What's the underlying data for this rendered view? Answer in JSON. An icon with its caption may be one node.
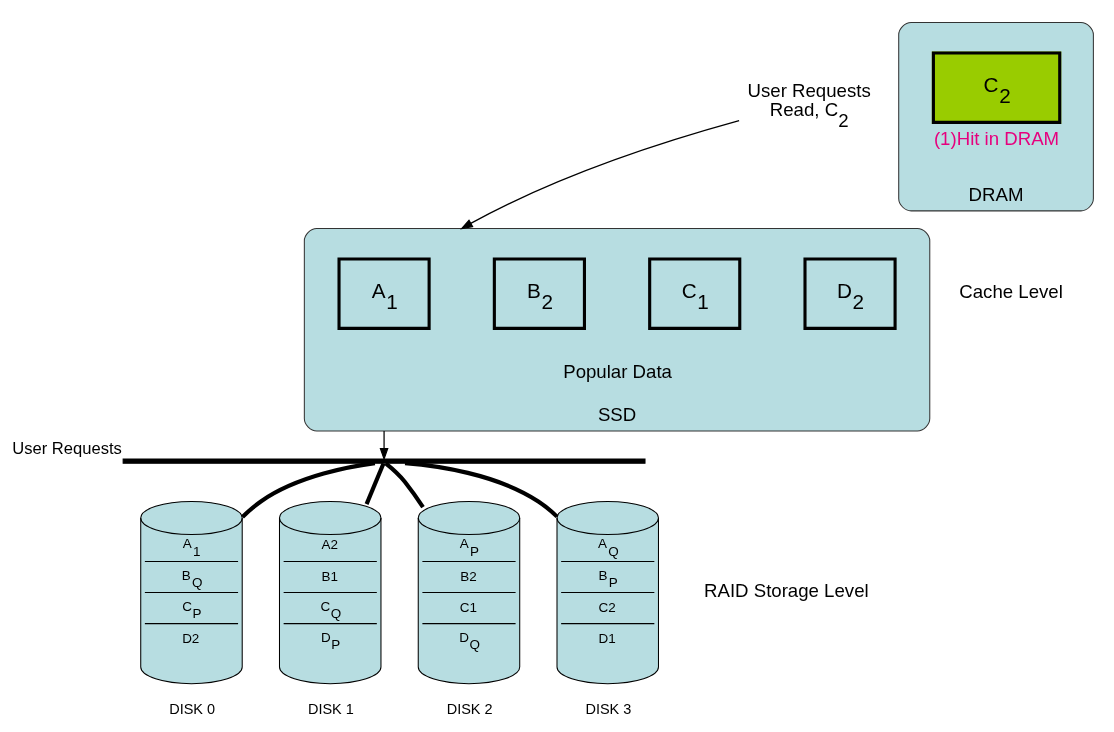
{
  "diagram": {
    "nodes": [
      {
        "text": [
          "User Requests",
          "Read, C$_{2}$"
        ]
      },
      {
        "text": [
          "Popular Data",
          "SSD"
        ]
      },
      {
        "text": [
          "A$_{1}$"
        ],
        "in": 1
      },
      {
        "text": [
          "B$_{2}$"
        ],
        "in": 1
      },
      {
        "text": [
          "C$_{1}$"
        ],
        "in": 1
      },
      {
        "text": [
          "D$_{2}$"
        ],
        "in": 1
      },
      {
        "text": [
          "DRAM"
        ]
      },
      {
        "text": [
          "C$_{2}$"
        ],
        "in": 6,
        "beside": [
          "(1)Hit in DRAM"
        ]
      },
      {
        "text": [],
        "shape": "bar",
        "beside": [
          "User Requests"
        ]
      },
      {
        "text": [
          "A$_{1}$",
          "B$_{Q}$",
          "C$_{P}$",
          "D2"
        ],
        "beside": [
          "DISK 0"
        ]
      },
      {
        "text": [
          "A2",
          "B1",
          "C$_{Q}$",
          "D$_{P}$"
        ],
        "beside": [
          "DISK 1"
        ]
      },
      {
        "text": [
          "A$_{P}$",
          "B2",
          "C1",
          "D$_{Q}$"
        ],
        "beside": [
          "DISK 2"
        ]
      },
      {
        "text": [
          "A$_{Q}$",
          "B$_{P}$",
          "C2",
          "D1"
        ],
        "beside": [
          "DISK 3"
        ]
      }
    ],
    "edges": [
      {
        "from": 0,
        "to": 1,
        "arrow": "to"
      },
      {
        "from": 1,
        "to": 8,
        "arrow": "to"
      },
      {
        "from": 8,
        "to": 9,
        "arrow": "none"
      },
      {
        "from": 8,
        "to": 10,
        "arrow": "none"
      },
      {
        "from": 8,
        "to": 11,
        "arrow": "none"
      },
      {
        "from": 8,
        "to": 12,
        "arrow": "none"
      }
    ],
    "labels": [
      "Cache Level",
      "RAID Storage Level"
    ]
  }
}
